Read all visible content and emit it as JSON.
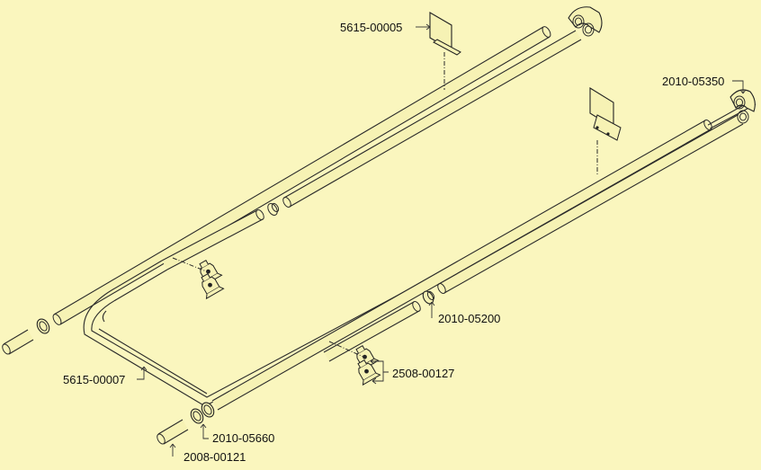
{
  "diagram": {
    "background": "#FAF6BE",
    "line_color": "#2A2A2A",
    "part_labels": {
      "bracket_top": "5615-00005",
      "elbow_right": "2010-05350",
      "coupling_mid": "2010-05200",
      "clamp_pair": "2508-00127",
      "u_pipe": "5615-00007",
      "adapter_fitting": "2010-05660",
      "nozzle_end": "2008-00121"
    }
  }
}
